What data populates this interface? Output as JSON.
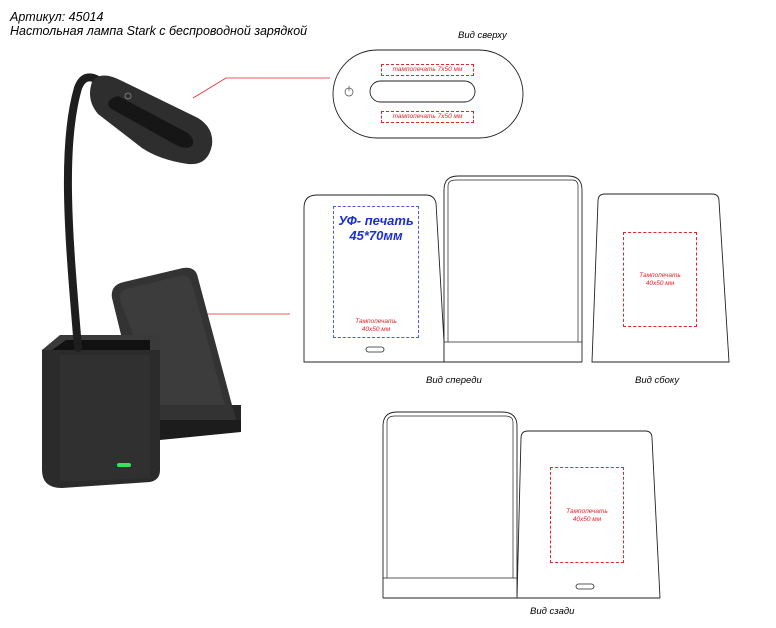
{
  "header": {
    "article": "Артикул: 45014",
    "title": "Настольная лампа Stark с беспроводной зарядкой"
  },
  "views": {
    "top": "Вид сверху",
    "front": "Вид спереди",
    "side": "Вид сбоку",
    "back": "Вид сзади"
  },
  "print_areas": {
    "top_upper": "тампопечать 7х50 мм",
    "top_lower": "тампопечать 7х50 мм",
    "front_uv_line1": "УФ- печать",
    "front_uv_line2": "45*70мм",
    "front_pad_line1": "Тампопечать",
    "front_pad_line2": "40х50 мм",
    "side_line1": "Тампопечать",
    "side_line2": "40х50 мм",
    "back_line1": "Тампопечать",
    "back_line2": "40х50 мм"
  },
  "colors": {
    "print_area": "#e3262a",
    "uv_print": "#1c2fd0",
    "indicator_led": "#39e05a",
    "product_body": "#2b2b2b"
  },
  "icons": {
    "lamp_power": "power-icon"
  }
}
